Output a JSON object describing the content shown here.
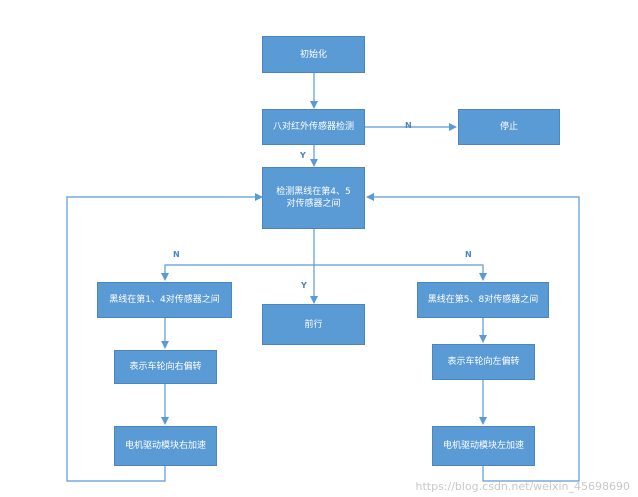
{
  "colors": {
    "node_fill": "#5b9bd5",
    "node_text": "#ffffff",
    "line": "#5b9bd5"
  },
  "nodes": {
    "init": "初始化",
    "sensor_check": "八对红外传感器检测",
    "stop": "停止",
    "line_check": "检测黑线在第4、5对传感器之间",
    "forward": "前行",
    "left_branch": "黑线在第1、4对传感器之间",
    "right_branch": "黑线在第5、8对传感器之间",
    "turn_right": "表示车轮向右偏转",
    "turn_left": "表示车轮向左偏转",
    "motor_right": "电机驱动模块右加速",
    "motor_left": "电机驱动模块左加速"
  },
  "edge_labels": {
    "n_stop": "N",
    "y_line": "Y",
    "n_left": "N",
    "y_forward": "Y",
    "n_right": "N"
  },
  "watermark": "https://blog.csdn.net/weixin_45698690"
}
